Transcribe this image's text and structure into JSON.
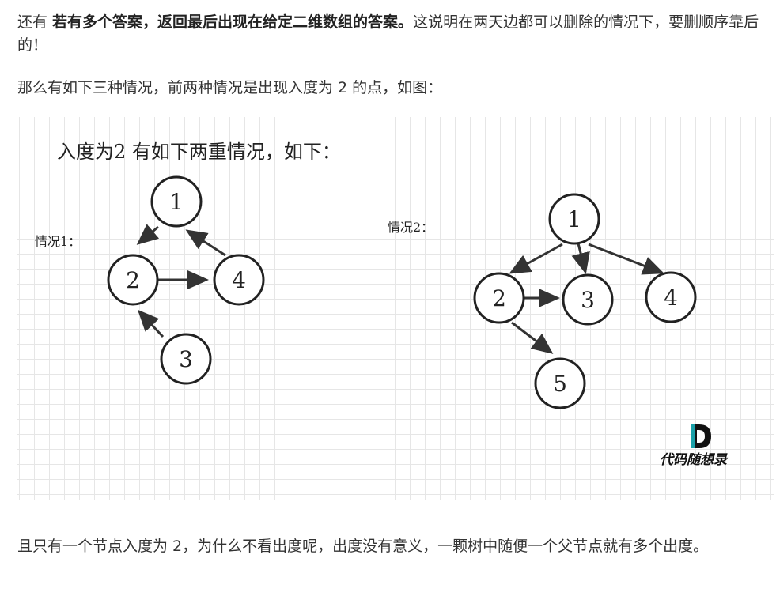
{
  "intro": {
    "prefix": "还有 ",
    "bold": "若有多个答案，返回最后出现在给定二维数组的答案。",
    "suffix": "这说明在两天边都可以删除的情况下，要删顺序靠后的！"
  },
  "line2": "那么有如下三种情况，前两种情况是出现入度为 2 的点，如图：",
  "figure": {
    "title": "入度为2 有如下两重情况，如下：",
    "case1_label": "情况1：",
    "case2_label": "情况2：",
    "case1_nodes": [
      "1",
      "2",
      "4",
      "3"
    ],
    "case2_nodes": [
      "1",
      "2",
      "3",
      "4",
      "5"
    ],
    "watermark": "代码随想录"
  },
  "line3": "且只有一个节点入度为 2，为什么不看出度呢，出度没有意义，一颗树中随便一个父节点就有多个出度。"
}
